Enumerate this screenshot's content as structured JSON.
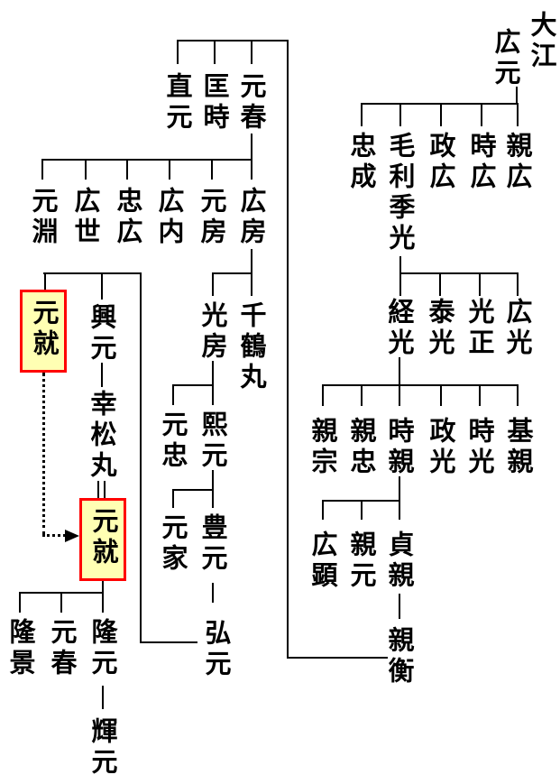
{
  "diagram": {
    "type": "family-tree",
    "clan": "毛利",
    "root": "大江広元"
  },
  "persons": {
    "oe_hiromoto": [
      "大江",
      "広元"
    ],
    "gen2": [
      "親広",
      "時広",
      "政広",
      "毛利季光",
      "忠成"
    ],
    "gen3": [
      "広光",
      "光正",
      "泰光",
      "経光"
    ],
    "gen4": [
      "基親",
      "時光",
      "政光",
      "時親",
      "親忠",
      "親宗"
    ],
    "gen5": [
      "貞親",
      "親元",
      "広顕"
    ],
    "gen6": [
      "親衡"
    ],
    "gen7": [
      "元春",
      "匡時",
      "直元"
    ],
    "gen8": [
      "広房",
      "元房",
      "広内",
      "忠広",
      "広世",
      "元淵"
    ],
    "gen9": [
      "千鶴丸",
      "光房"
    ],
    "gen10": [
      "熙元",
      "元忠"
    ],
    "gen11": [
      "豊元",
      "元家"
    ],
    "gen12": [
      "弘元"
    ],
    "gen13": [
      "元就",
      "興元"
    ],
    "gen13b": [
      "幸松丸"
    ],
    "motonari_second": "元就",
    "gen14": [
      "隆元",
      "元春",
      "隆景"
    ],
    "gen15": [
      "輝元"
    ]
  },
  "lineage": [
    {
      "parent": "大江広元",
      "children": [
        "親広",
        "時広",
        "政広",
        "毛利季光",
        "忠成"
      ]
    },
    {
      "parent": "毛利季光",
      "children": [
        "広光",
        "光正",
        "泰光",
        "経光"
      ]
    },
    {
      "parent": "経光",
      "children": [
        "基親",
        "時光",
        "政光",
        "時親",
        "親忠",
        "親宗"
      ]
    },
    {
      "parent": "時親",
      "children": [
        "貞親",
        "親元",
        "広顕"
      ]
    },
    {
      "parent": "貞親",
      "children": [
        "親衡"
      ]
    },
    {
      "parent": "親衡",
      "children": [
        "元春",
        "匡時",
        "直元"
      ]
    },
    {
      "parent": "元春",
      "children": [
        "広房",
        "元房",
        "広内",
        "忠広",
        "広世",
        "元淵"
      ]
    },
    {
      "parent": "広房",
      "children": [
        "千鶴丸",
        "光房"
      ]
    },
    {
      "parent": "光房",
      "children": [
        "熙元",
        "元忠"
      ]
    },
    {
      "parent": "熙元",
      "children": [
        "豊元",
        "元家"
      ]
    },
    {
      "parent": "豊元",
      "children": [
        "弘元"
      ]
    },
    {
      "parent": "弘元",
      "children": [
        "元就",
        "興元"
      ]
    },
    {
      "parent": "興元",
      "children": [
        "幸松丸"
      ]
    },
    {
      "parent": "幸松丸",
      "successor": "元就",
      "link": "double-line"
    },
    {
      "parent": "元就",
      "children": [
        "隆元",
        "元春",
        "隆景"
      ]
    },
    {
      "parent": "隆元",
      "children": [
        "輝元"
      ]
    }
  ],
  "markers": {
    "highlighted_person": "元就",
    "highlight_fill": "#FFFFB3",
    "highlight_border": "#FF0000",
    "line_color": "#000000",
    "same_person_link": "dotted-arrow",
    "succession_link": "double-line"
  }
}
